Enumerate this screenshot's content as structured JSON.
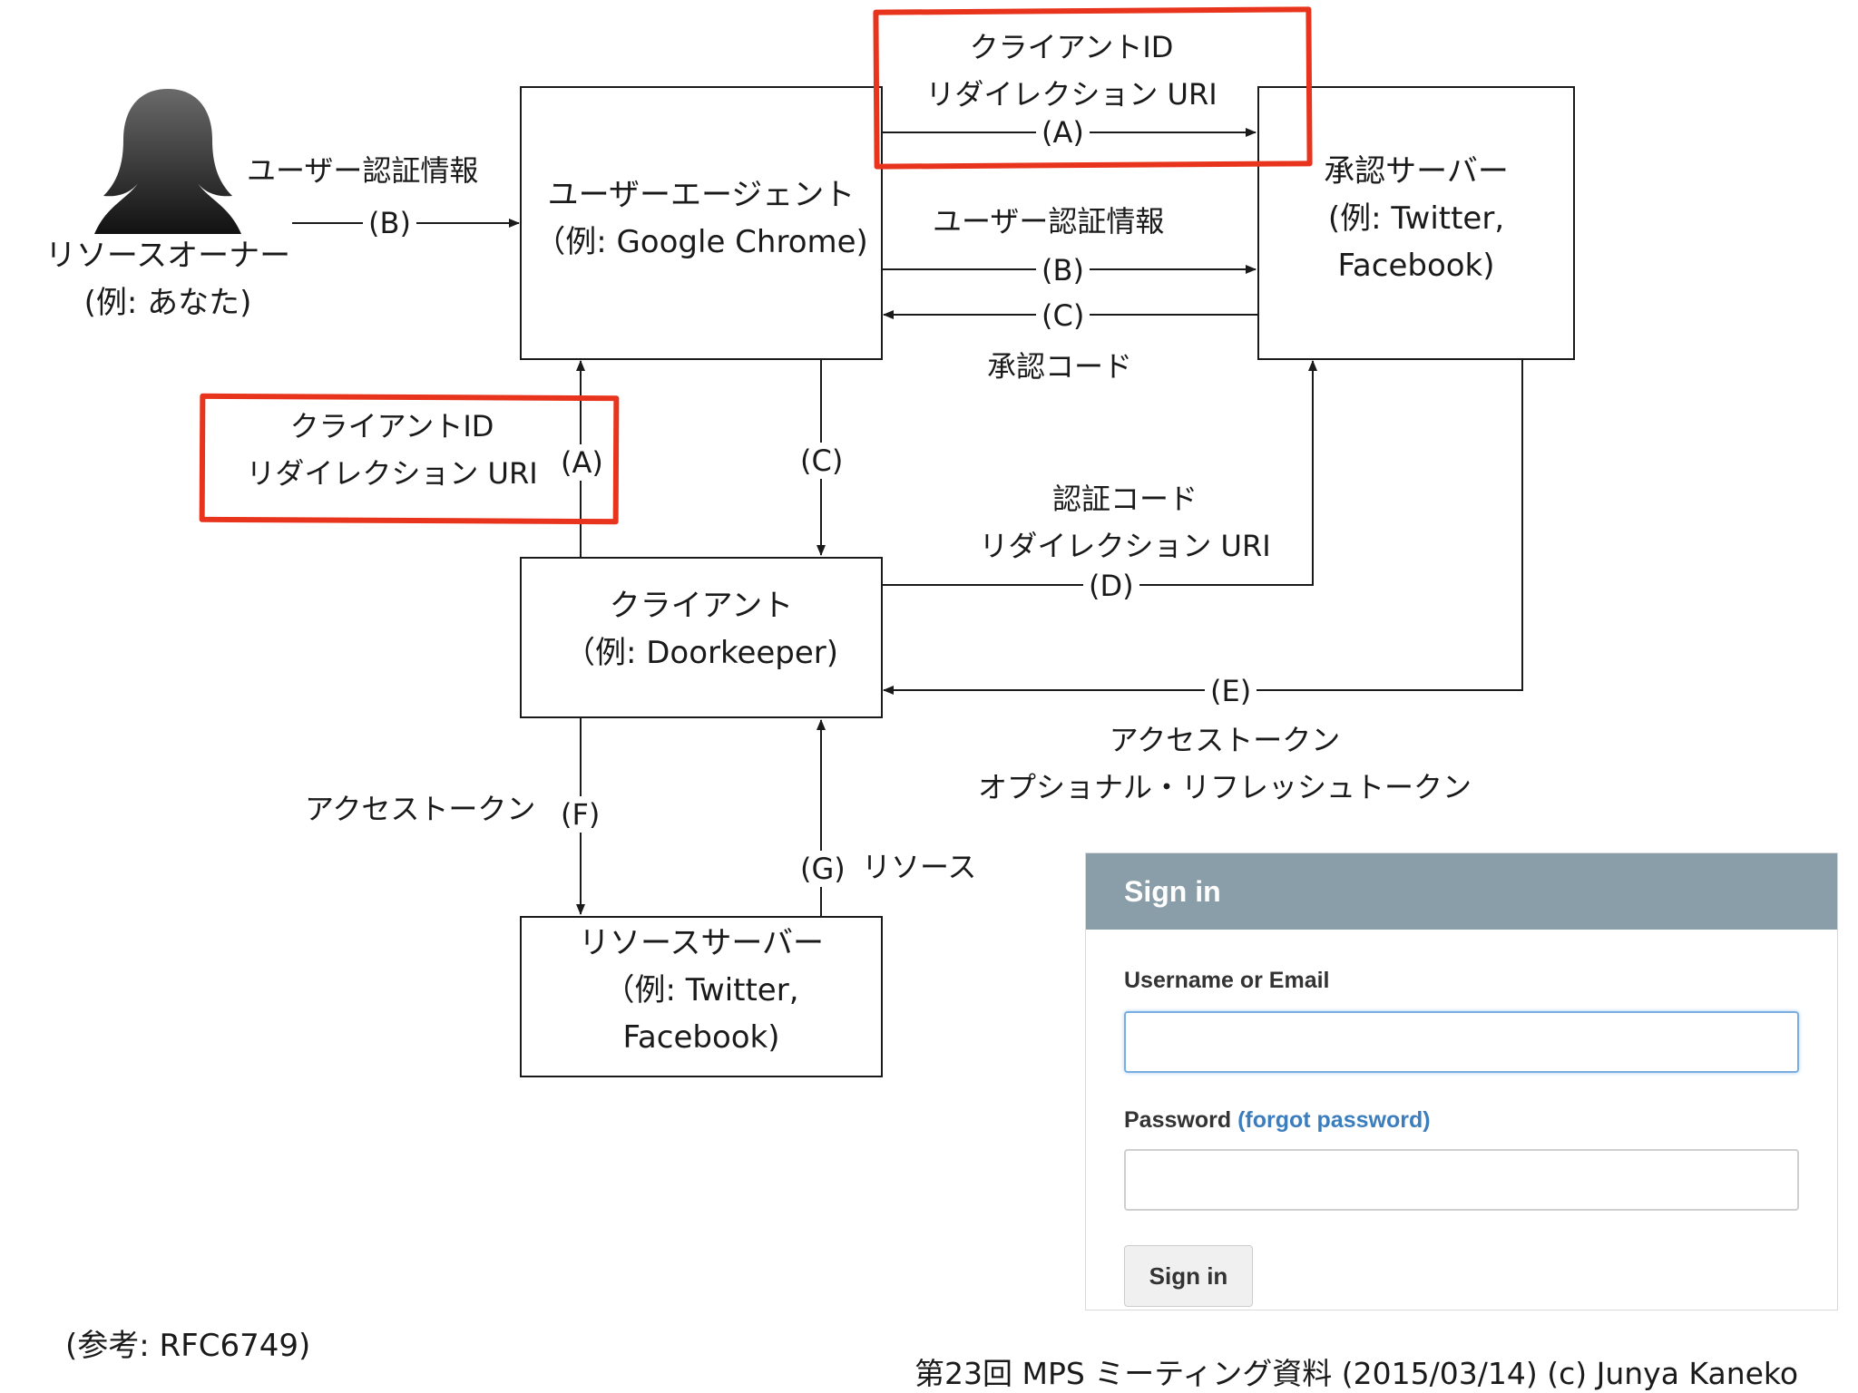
{
  "nodes": {
    "resource_owner": {
      "line1": "リソースオーナー",
      "line2": "(例: あなた)"
    },
    "user_agent": {
      "line1": "ユーザーエージェント",
      "line2": "（例: Google Chrome)"
    },
    "auth_server": {
      "line1": "承認サーバー",
      "line2": "(例: Twitter,",
      "line3": "Facebook)"
    },
    "client": {
      "line1": "クライアント",
      "line2": "（例: Doorkeeper)"
    },
    "resource_server": {
      "line1": "リソースサーバー",
      "line2": "（例: Twitter,",
      "line3": "Facebook)"
    }
  },
  "edges": {
    "owner_to_agent": {
      "caption": "ユーザー認証情報",
      "step": "(B)"
    },
    "agent_to_server_a": {
      "caption1": "クライアントID",
      "caption2": "リダイレクション URI",
      "step": "(A)"
    },
    "agent_to_server_b": {
      "caption": "ユーザー認証情報",
      "step": "(B)"
    },
    "server_to_agent_c": {
      "step": "(C)",
      "caption": "承認コード"
    },
    "client_to_agent_a": {
      "caption1": "クライアントID",
      "caption2": "リダイレクション URI",
      "step": "(A)"
    },
    "agent_to_client_c": {
      "step": "(C)"
    },
    "client_to_server_d": {
      "caption1": "認証コード",
      "caption2": "リダイレクション URI",
      "step": "(D)"
    },
    "server_to_client_e": {
      "step": "(E)",
      "caption1": "アクセストークン",
      "caption2": "オプショナル・リフレッシュトークン"
    },
    "client_to_resource_f": {
      "caption": "アクセストークン",
      "step": "(F)"
    },
    "resource_to_client_g": {
      "step": "(G)",
      "caption": "リソース"
    }
  },
  "signin": {
    "title": "Sign in",
    "username_label": "Username or Email",
    "username_value": "",
    "password_label": "Password",
    "forgot_link": "(forgot password)",
    "password_value": "",
    "button_label": "Sign in"
  },
  "footer": {
    "reference": "(参考: RFC6749)",
    "credit": "第23回 MPS ミーティング資料 (2015/03/14) (c) Junya Kaneko"
  },
  "colors": {
    "highlight": "#e8341c",
    "signin_header": "#8a9ea9",
    "link": "#3b7dbd"
  }
}
